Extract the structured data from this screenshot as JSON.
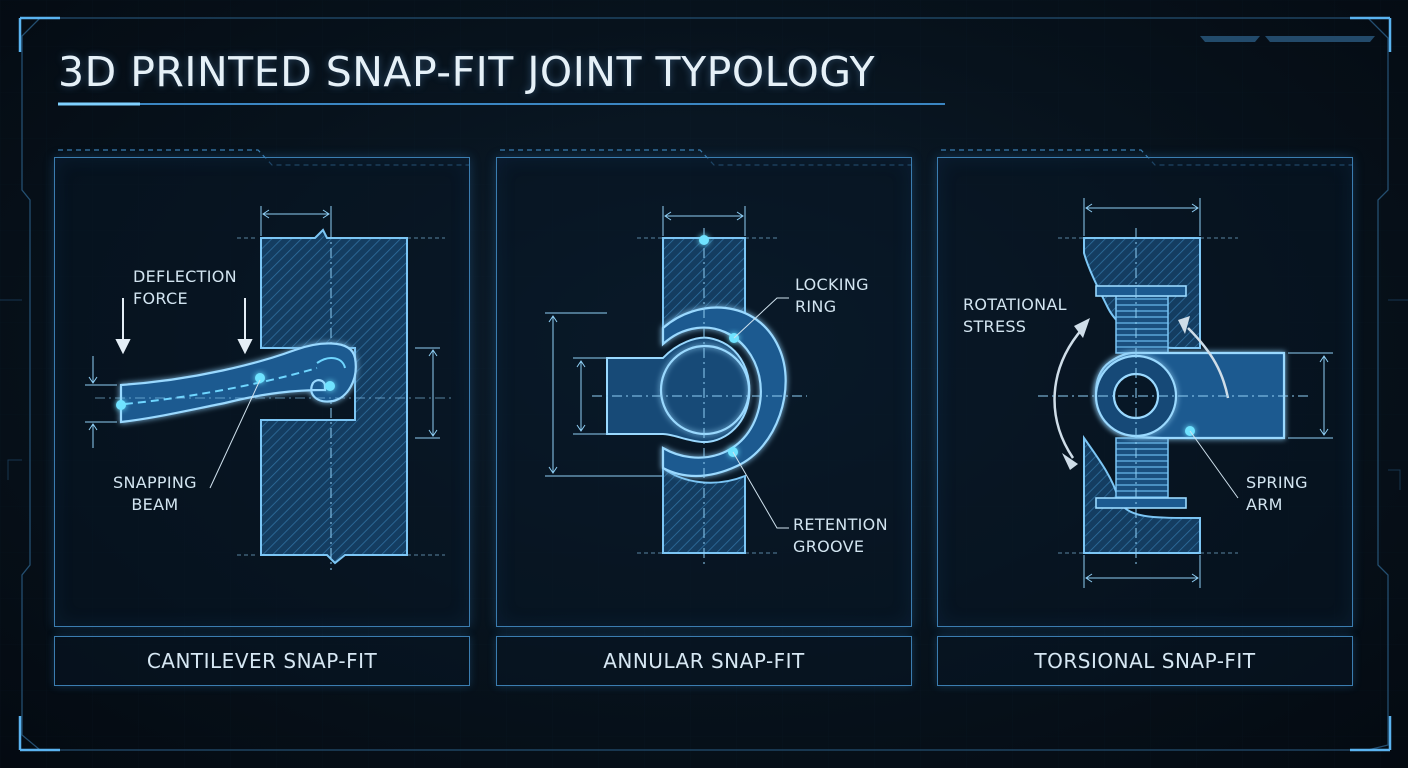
{
  "title": "3D PRINTED SNAP-FIT JOINT TYPOLOGY",
  "panels": [
    {
      "caption": "CANTILEVER SNAP-FIT",
      "labels": {
        "deflection": [
          "DEFLECTION",
          "FORCE"
        ],
        "beam": [
          "SNAPPING",
          "BEAM"
        ]
      }
    },
    {
      "caption": "ANNULAR SNAP-FIT",
      "labels": {
        "ring": [
          "LOCKING",
          "RING"
        ],
        "groove": [
          "RETENTION",
          "GROOVE"
        ]
      }
    },
    {
      "caption": "TORSIONAL SNAP-FIT",
      "labels": {
        "stress": [
          "ROTATIONAL",
          "STRESS"
        ],
        "arm": [
          "SPRING",
          "ARM"
        ]
      }
    }
  ],
  "colors": {
    "accent": "#3fa9ff",
    "glow": "#5fd0ff",
    "line": "#3b7db0",
    "fill": "#17466f",
    "text": "#d2e4f0"
  }
}
